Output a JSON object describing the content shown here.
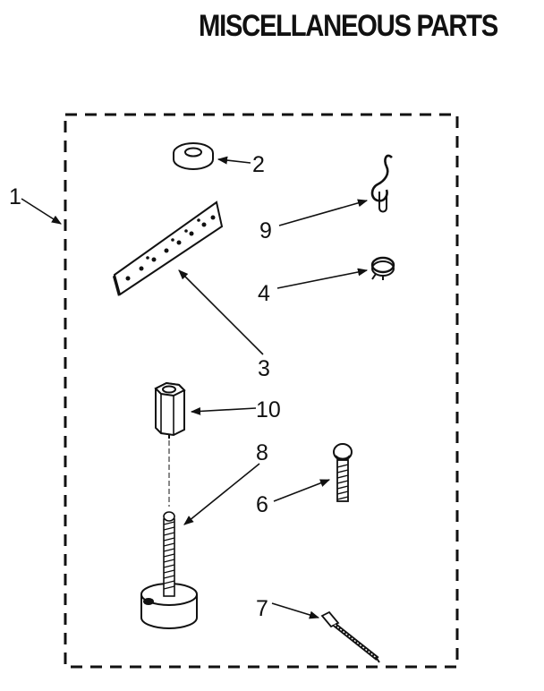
{
  "title": "MISCELLANEOUS PARTS",
  "callouts": {
    "kit": "1",
    "washer": "2",
    "bracket": "3",
    "clamp": "4",
    "bolt": "6",
    "cable_tie": "7",
    "leveling_leg": "8",
    "hook": "9",
    "coupling_nut": "10"
  }
}
